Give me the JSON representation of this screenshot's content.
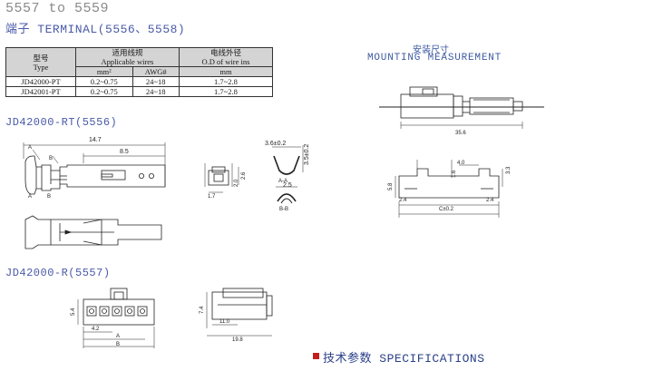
{
  "header": {
    "range": "5557 to 5559",
    "terminal_title": "端子 TERMINAL(5556、5558)"
  },
  "spec_table": {
    "col_type_cn": "型号",
    "col_type_en": "Type",
    "col_wires_cn": "适用线规",
    "col_wires_en": "Applicable wires",
    "col_od_cn": "电线外径",
    "col_od_en": "O.D of wire ins",
    "sub_mm2": "mm²",
    "sub_awg": "AWG#",
    "sub_mm": "mm",
    "rows": [
      {
        "type": "JD42000-PT",
        "mm2": "0.2~0.75",
        "awg": "24~18",
        "od": "1.7~2.8"
      },
      {
        "type": "JD42001-PT",
        "mm2": "0.2~0.75",
        "awg": "24~18",
        "od": "1.7~2.8"
      }
    ]
  },
  "sections": {
    "rt_title": "JD42000-RT(5556)",
    "r_title": "JD42000-R(5557)"
  },
  "mounting": {
    "title_cn": "安装尺寸",
    "title_en": "MOUNTING MEASUREMENT"
  },
  "footer": {
    "spec_title": "技术参数 SPECIFICATIONS"
  },
  "dims": {
    "len_14_7": "14.7",
    "len_8_5": "8.5",
    "a_lbl": "A",
    "b_lbl": "B",
    "aa_lbl": "A-A",
    "bb_lbl": "B-B",
    "d_3_6": "3.6±0.2",
    "d_3_5": "3.5±0.2",
    "d_2_5": "2.5",
    "d_1_7": "1.7",
    "d_2_0": "2.0",
    "d_2_6": "2.6",
    "d_35_6": "35.6",
    "d_4_0": "4.0",
    "d_1_6": "1.6",
    "d_3_3": "3.3",
    "d_5_8": "5.8",
    "d_2_4a": "2.4",
    "d_2_4b": "2.4",
    "d_c": "C±0.2",
    "d_5_4": "5.4",
    "d_4_2": "4.2",
    "d_7_4": "7.4",
    "d_11_0": "11.0",
    "d_19_8": "19.8"
  }
}
